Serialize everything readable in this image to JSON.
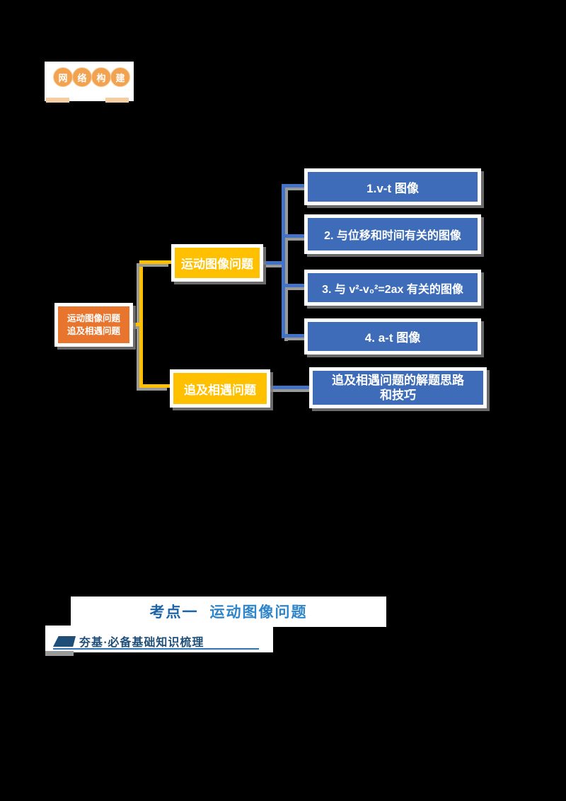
{
  "page": {
    "background": "#000000"
  },
  "logo": {
    "name": "网络构建",
    "characters": [
      "网",
      "络",
      "构",
      "建"
    ],
    "circle_color": "#F2A351",
    "ribbon_color": "#F5CEA4"
  },
  "mindmap": {
    "root": {
      "label_line1": "运动图像问题",
      "label_line2": "追及相遇问题",
      "color": "#E8752E"
    },
    "branches": [
      {
        "label": "运动图像问题",
        "color": "#FFC000"
      },
      {
        "label": "追及相遇问题",
        "color": "#FFC000"
      }
    ],
    "leaves": [
      {
        "label": "1.v-t 图像"
      },
      {
        "label": "2. 与位移和时间有关的图像"
      },
      {
        "label": "3. 与 v²-v₀²=2ax 有关的图像"
      },
      {
        "label": "4. a-t 图像"
      },
      {
        "label_line1": "追及相遇问题的解题思路",
        "label_line2": "和技巧"
      }
    ],
    "leaf_color": "#3E6CB8",
    "connector_yellow": "#FFC000",
    "connector_blue": "#4472C4",
    "shadow_color": "#9a9a9a"
  },
  "section_title": {
    "prefix": "考点一",
    "topic": "运动图像问题",
    "prefix_color": "#1D63A8",
    "topic_color": "#2E85CA"
  },
  "section_header": {
    "text": "夯基·必备基础知识梳理",
    "text_color": "#1F4E79",
    "flag_color": "#1F4E79",
    "line_color": "#2E74B5"
  }
}
